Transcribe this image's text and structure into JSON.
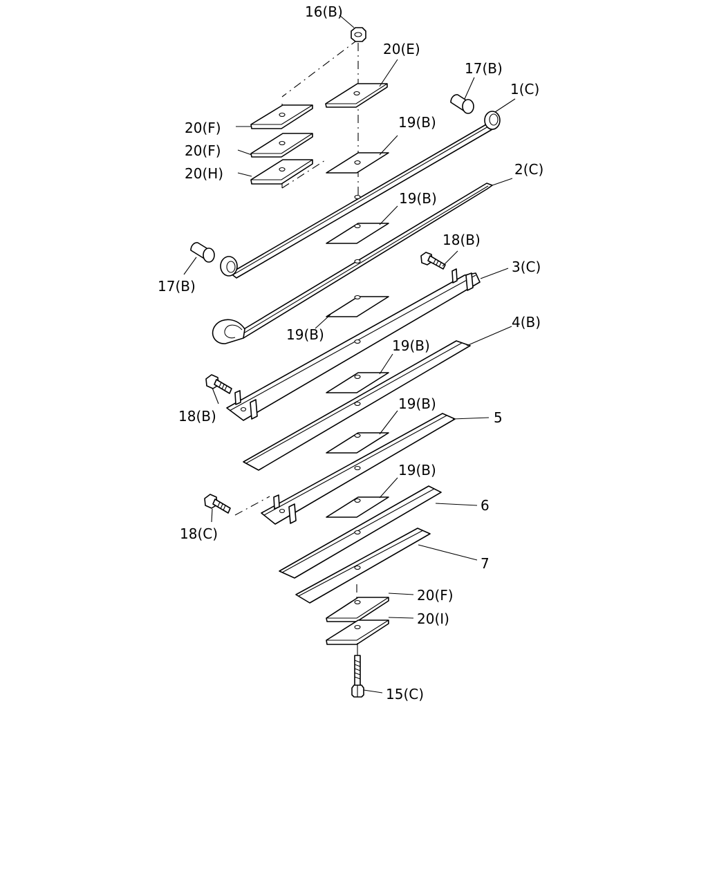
{
  "labels": {
    "l16b": "16(B)",
    "l20e": "20(E)",
    "l17b_top": "17(B)",
    "l1c": "1(C)",
    "l20f_1": "20(F)",
    "l20f_2": "20(F)",
    "l20h": "20(H)",
    "l19b_1": "19(B)",
    "l2c": "2(C)",
    "l19b_2": "19(B)",
    "l18b_top": "18(B)",
    "l3c": "3(C)",
    "l17b_left": "17(B)",
    "l19b_3": "19(B)",
    "l4b": "4(B)",
    "l19b_4": "19(B)",
    "l18b_left": "18(B)",
    "l19b_5": "19(B)",
    "l5": "5",
    "l19b_6": "19(B)",
    "l6": "6",
    "l18c": "18(C)",
    "l7": "7",
    "l20f_bottom": "20(F)",
    "l20i": "20(I)",
    "l15c": "15(C)"
  }
}
